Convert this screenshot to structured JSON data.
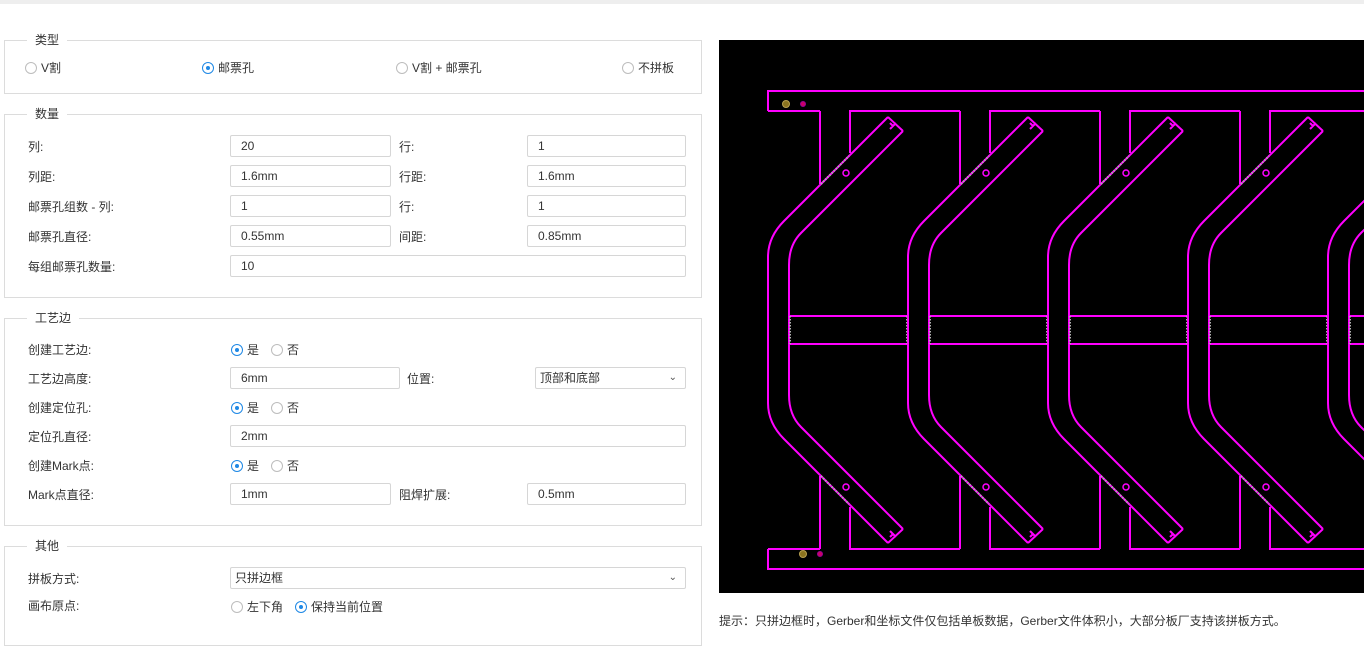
{
  "type_section": {
    "legend": "类型",
    "options": [
      {
        "label": "V割",
        "checked": false
      },
      {
        "label": "邮票孔",
        "checked": true
      },
      {
        "label": "V割 + 邮票孔",
        "checked": false
      },
      {
        "label": "不拼板",
        "checked": false
      }
    ]
  },
  "quantity": {
    "legend": "数量",
    "cols_label": "列:",
    "cols": "20",
    "rows_label": "行:",
    "rows": "1",
    "col_gap_label": "列距:",
    "col_gap": "1.6mm",
    "row_gap_label": "行距:",
    "row_gap": "1.6mm",
    "groups_col_label": "邮票孔组数 - 列:",
    "groups_col": "1",
    "groups_row_label": "行:",
    "groups_row": "1",
    "hole_dia_label": "邮票孔直径:",
    "hole_dia": "0.55mm",
    "spacing_label": "间距:",
    "spacing": "0.85mm",
    "per_group_label": "每组邮票孔数量:",
    "per_group": "10"
  },
  "rail": {
    "legend": "工艺边",
    "create_label": "创建工艺边:",
    "yes": "是",
    "no": "否",
    "height_label": "工艺边高度:",
    "height": "6mm",
    "position_label": "位置:",
    "position": "顶部和底部",
    "create_hole_label": "创建定位孔:",
    "hole_dia_label": "定位孔直径:",
    "hole_dia": "2mm",
    "create_mark_label": "创建Mark点:",
    "mark_dia_label": "Mark点直径:",
    "mark_dia": "1mm",
    "mask_label": "阻焊扩展:",
    "mask": "0.5mm"
  },
  "other": {
    "legend": "其他",
    "mode_label": "拼板方式:",
    "mode": "只拼边框",
    "origin_label": "画布原点:",
    "origin_options": [
      "左下角",
      "保持当前位置"
    ]
  },
  "preview": {
    "outline_color": "#ff00ff",
    "background": "#000000",
    "units": 5
  },
  "tip": "提示：只拼边框时，Gerber和坐标文件仅包括单板数据，Gerber文件体积小，大部分板厂支持该拼板方式。"
}
